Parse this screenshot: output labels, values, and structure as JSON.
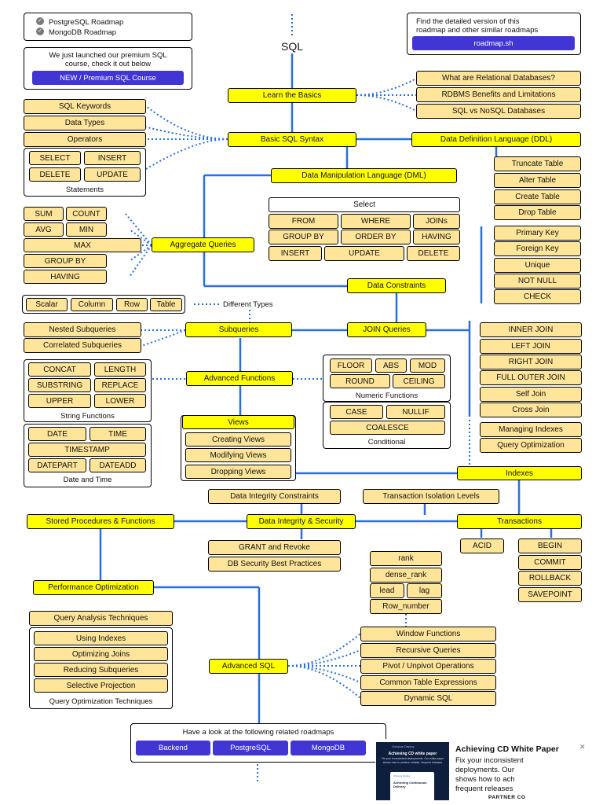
{
  "related_top": {
    "items": [
      "PostgreSQL Roadmap",
      "MongoDB Roadmap"
    ]
  },
  "premium": {
    "text_line1": "We just launched our premium SQL",
    "text_line2": "course, check it out below",
    "button": "NEW / Premium SQL Course"
  },
  "promo": {
    "line1": "Find the detailed version of this",
    "line2": "roadmap and other similar roadmaps",
    "button": "roadmap.sh"
  },
  "title": "SQL",
  "basics": {
    "main": "Learn the Basics",
    "items": [
      "What are Relational Databases?",
      "RDBMS Benefits and Limitations",
      "SQL vs NoSQL Databases"
    ]
  },
  "syntax": {
    "main": "Basic SQL Syntax",
    "items": [
      "SQL Keywords",
      "Data Types",
      "Operators"
    ],
    "statements": [
      "SELECT",
      "INSERT",
      "DELETE",
      "UPDATE"
    ],
    "statements_label": "Statements"
  },
  "ddl": {
    "main": "Data Definition Language (DDL)",
    "items": [
      "Truncate Table",
      "Alter Table",
      "Create Table",
      "Drop Table"
    ]
  },
  "dml": {
    "main": "Data Manipulation Language (DML)",
    "select": "Select",
    "items": [
      "FROM",
      "WHERE",
      "JOINs",
      "GROUP BY",
      "ORDER BY",
      "HAVING",
      "INSERT",
      "UPDATE",
      "DELETE"
    ]
  },
  "aggregate": {
    "main": "Aggregate Queries",
    "items": [
      "SUM",
      "COUNT",
      "AVG",
      "MIN",
      "MAX",
      "GROUP BY",
      "HAVING"
    ]
  },
  "constraints": {
    "main": "Data Constraints",
    "items": [
      "Primary Key",
      "Foreign Key",
      "Unique",
      "NOT NULL",
      "CHECK"
    ]
  },
  "types": {
    "items": [
      "Scalar",
      "Column",
      "Row",
      "Table"
    ],
    "label": "Different Types"
  },
  "subqueries": {
    "main": "Subqueries",
    "items": [
      "Nested Subqueries",
      "Correlated Subqueries"
    ]
  },
  "joins": {
    "main": "JOIN Queries",
    "items": [
      "INNER JOIN",
      "LEFT JOIN",
      "RIGHT JOIN",
      "FULL OUTER JOIN",
      "Self Join",
      "Cross Join"
    ]
  },
  "functions": {
    "main": "Advanced Functions",
    "string": [
      "CONCAT",
      "LENGTH",
      "SUBSTRING",
      "REPLACE",
      "UPPER",
      "LOWER"
    ],
    "string_label": "String Functions",
    "date": [
      "DATE",
      "TIME",
      "TIMESTAMP",
      "DATEPART",
      "DATEADD"
    ],
    "date_label": "Date and Time",
    "numeric": [
      "FLOOR",
      "ABS",
      "MOD",
      "ROUND",
      "CEILING"
    ],
    "numeric_label": "Numeric Functions",
    "conditional": [
      "CASE",
      "NULLIF",
      "COALESCE"
    ],
    "conditional_label": "Conditional"
  },
  "views": {
    "main": "Views",
    "items": [
      "Creating Views",
      "Modifying Views",
      "Dropping Views"
    ]
  },
  "indexes": {
    "main": "Indexes",
    "items": [
      "Managing Indexes",
      "Query Optimization"
    ]
  },
  "integrity": {
    "main": "Data Integrity & Security",
    "items": [
      "Data Integrity Constraints",
      "GRANT and Revoke",
      "DB Security Best Practices"
    ]
  },
  "transactions": {
    "main": "Transactions",
    "isolation": "Transaction Isolation Levels",
    "acid": "ACID",
    "items": [
      "BEGIN",
      "COMMIT",
      "ROLLBACK",
      "SAVEPOINT"
    ]
  },
  "stored": {
    "main": "Stored Procedures & Functions"
  },
  "performance": {
    "main": "Performance Optimization",
    "analysis": "Query Analysis Techniques",
    "items": [
      "Using Indexes",
      "Optimizing Joins",
      "Reducing Subqueries",
      "Selective Projection"
    ],
    "label": "Query Optimization Techniques"
  },
  "advanced_sql": {
    "main": "Advanced SQL",
    "items": [
      "Window Functions",
      "Recursive Queries",
      "Pivot / Unpivot Operations",
      "Common Table Expressions",
      "Dynamic SQL"
    ],
    "window": [
      "rank",
      "dense_rank",
      "lead",
      "lag",
      "Row_number"
    ]
  },
  "footer": {
    "text": "Have a look at the following related roadmaps",
    "links": [
      "Backend",
      "PostgreSQL",
      "MongoDB"
    ]
  },
  "ad": {
    "title": "Achieving CD White Paper",
    "body": [
      "Fix your inconsistent",
      "deployments. Our",
      "shows how to ach",
      "frequent releases"
    ],
    "partner": "PARTNER CO",
    "thumb_brand": "Octopus Deploy",
    "thumb_title": "Achieving CD white paper",
    "thumb_body": "Fix your inconsistent deployments. Our white paper shows how to achieve reliable, frequent releases",
    "thumb_brand2": "Octopus Deploy",
    "thumb_title2": "Achieving Continuous Delivery",
    "close": "✕"
  }
}
